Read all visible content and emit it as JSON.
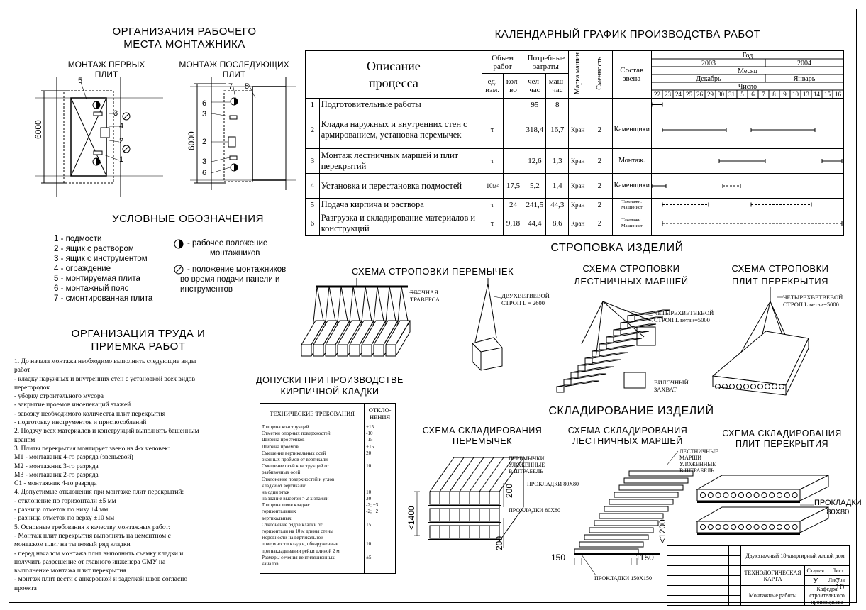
{
  "workplace": {
    "title1": "ОРГАНИЗАЧИЯ РАБОЧЕГО",
    "title2": "МЕСТА МОНТАЖНИКА",
    "left_cap1": "МОНТАЖ ПЕРВЫХ",
    "left_cap2": "ПЛИТ",
    "right_cap1": "МОНТАЖ ПОСЛЕДУЮЩИХ",
    "right_cap2": "ПЛИТ",
    "dim": "6000",
    "left_nums": [
      "5",
      "3",
      "4",
      "2",
      "1"
    ],
    "right_nums": [
      "6",
      "3",
      "2",
      "3",
      "6",
      "7",
      "5"
    ]
  },
  "legend": {
    "title": "УСЛОВНЫЕ ОБОЗНАЧЕНИЯ",
    "items": [
      "1  -  подмости",
      "2  -  ящик с раствором",
      "3  -  ящик с инструментом",
      "4  -  ограждение",
      "5  -  монтируемая плита",
      "6  -  монтажный пояс",
      "7  -  смонтированная плита"
    ],
    "sym1a": "-  рабочее положение",
    "sym1b": "монтажников",
    "sym2a": "-  положение монтажников",
    "sym2b": "во время подачи панели и",
    "sym2c": "инструментов"
  },
  "labor": {
    "title1": "ОРГАНИЗАЦИЯ ТРУДА И",
    "title2": "ПРИЕМКА РАБОТ",
    "lines": [
      "1. До начала монтажа необходимо выполнить следующие виды",
      "работ",
      "  - кладку наружных и внутренних стен с установкой всех видов",
      "перегородок",
      "  - уборку строительного мусора",
      "  - закрытие проемов инсепекаций этажей",
      "  - завозку необходимого количества плит перекрытия",
      "  - подготовку инструментов и приспособлений",
      "2. Подачу всех материалов и конструкций выполнять башенным",
      "краном",
      "3. Плиты перекрытия монтирует звено из 4-х человек:",
      "М1 - монтажник 4-го разряда (звеньевой)",
      "М2 - монтажник 3-го разряда",
      "М3 - монтажник 2-го разряда",
      "С1 - монтажник 4-го разряда",
      "4. Допустимые отклонения при монтаже плит перекрытий:",
      "  - отклонение по горизонтали ±5 мм",
      "  - разница отметок по низу ±4 мм",
      "  - разница отметок по верху ±10 мм",
      "5. Основные требования к качеству монтажных работ:",
      "  - Монтаж плит перекрытия выполнять на цементном с",
      "монтажом плит на тычковый ряд кладки",
      "  - перед началом монтажа плит выполнить съемку кладки и",
      "получить разрешение от главного инженера СМУ на",
      "выполнение монтажа плит перекрытия",
      "  - монтаж плит вести с анкеровкой и заделкой швов согласно",
      "проекта"
    ]
  },
  "schedule": {
    "title": "КАЛЕНДАРНЫЙ ГРАФИК ПРОИЗВОДСТВА РАБОТ",
    "h_desc1": "Описание",
    "h_desc2": "процесса",
    "h_vol": "Объем работ",
    "h_unit": "ед. изм.",
    "h_qty": "кол-во",
    "h_cost": "Потребные затраты",
    "h_ch": "чел-час",
    "h_mch": "маш-час",
    "h_mark": "Марка машин",
    "h_shift": "Сменность",
    "h_crew": "Состав звена",
    "h_year": "Год",
    "y1": "2003",
    "y2": "2004",
    "h_month": "Месяц",
    "m1": "Декабрь",
    "m2": "Январь",
    "h_day": "Число",
    "days": [
      "22",
      "23",
      "24",
      "25",
      "26",
      "29",
      "30",
      "31",
      "5",
      "6",
      "7",
      "8",
      "9",
      "10",
      "13",
      "14",
      "15",
      "16"
    ],
    "rows": [
      {
        "n": "1",
        "desc": "Подготовительные работы",
        "unit": "",
        "qty": "",
        "ch": "95",
        "mch": "8",
        "mark": "",
        "shift": "",
        "crew": ""
      },
      {
        "n": "2",
        "desc": "Кладка наружных и внутренних стен с армированием, установка перемычек",
        "unit": "т",
        "qty": "",
        "ch": "318,4",
        "mch": "16,7",
        "mark": "Кран",
        "shift": "2",
        "crew": "Каменщики"
      },
      {
        "n": "3",
        "desc": "Монтаж лестничных маршей и плит перекрытий",
        "unit": "т",
        "qty": "",
        "ch": "12,6",
        "mch": "1,3",
        "mark": "Кран",
        "shift": "2",
        "crew": "Монтаж."
      },
      {
        "n": "4",
        "desc": "Установка и перестановка подмостей",
        "unit": "10м²",
        "qty": "17,5",
        "ch": "5,2",
        "mch": "1,4",
        "mark": "Кран",
        "shift": "2",
        "crew": "Каменщики"
      },
      {
        "n": "5",
        "desc": "Подача кирпича и раствора",
        "unit": "т",
        "qty": "24",
        "ch": "241,5",
        "mch": "44,3",
        "mark": "Кран",
        "shift": "2",
        "crew": "Такелажн. Машинист"
      },
      {
        "n": "6",
        "desc": "Разгрузка и складирование материалов и конструкций",
        "unit": "т",
        "qty": "9,18",
        "ch": "44,4",
        "mch": "8,6",
        "mark": "Кран",
        "shift": "2",
        "crew": "Такелажн. Машинист"
      }
    ]
  },
  "tolerances": {
    "title1": "ДОПУСКИ ПРИ ПРОИЗВОДСТВЕ",
    "title2": "КИРПИЧНОЙ КЛАДКИ",
    "h_req": "ТЕХНИЧЕСКИЕ ТРЕБОВАНИЯ",
    "h_dev": "ОТКЛО-НЕНИЯ",
    "req_lines": [
      "Толщина конструкций",
      "Отметки опорных поверхностей",
      "Ширина простенков",
      "Ширина проёмов",
      "Смещение вертикальных осей",
      "оконных проёмов от вертикали",
      "Смещение осей конструкций от",
      "разбивочных осей",
      "Отклонение поверхностей и углов",
      "кладки от вертикали:",
      "   на один этаж",
      "   на здание высотой > 2-х этажей",
      "Толщина швов кладки:",
      "   горизонтальных",
      "   вертикальных",
      "Отклонение рядов кладки от",
      "горизонтали на 10 м длины стены",
      "Неровности на вертикальной",
      "поверхности кладки, обнаруженные",
      "при накладывании рейки длиной 2 м",
      "Размеры сечения вентиляционных",
      "каналов"
    ],
    "dev_lines": [
      "±15",
      "-10",
      "-15",
      "+15",
      "20",
      "",
      "10",
      "",
      "",
      "",
      "10",
      "30",
      "-2; +3",
      "-2; +2",
      "",
      "15",
      "",
      "",
      "10",
      "",
      "±5",
      ""
    ]
  },
  "slinging": {
    "title": "СТРОПОВКА  ИЗДЕЛИЙ",
    "s1": "СХЕМА  СТРОПОВКИ  ПЕРЕМЫЧЕК",
    "s1_label1": "БЛОЧНАЯ",
    "s1_label2": "ТРАВЕРСА",
    "s1b_label1": "ДВУХВЕТВЕВОЙ",
    "s1b_label2": "СТРОП  L = 2600",
    "s2a": "СХЕМА  СТРОПОВКИ",
    "s2b": "ЛЕСТНИЧНЫХ  МАРШЕЙ",
    "s2_label1": "ЧЕТЫРЕХВЕТВЕВОЙ",
    "s2_label2": "СТРОП  L ветви=5000",
    "s2_label3": "ВИЛОЧНЫЙ",
    "s2_label4": "ЗАХВАТ",
    "s3a": "СХЕМА  СТРОПОВКИ",
    "s3b": "ПЛИТ  ПЕРЕКРЫТИЯ",
    "s3_label1": "ЧЕТЫРЕХВЕТВЕВОЙ",
    "s3_label2": "СТРОП  L ветви=5000"
  },
  "storage": {
    "title": "СКЛАДИРОВАНИЕ  ИЗДЕЛИЙ",
    "t1a": "СХЕМА  СКЛАДИРОВАНИЯ",
    "t1b": "ПЕРЕМЫЧЕК",
    "l1a": "ПЕРЕМЫЧКИ",
    "l1b": "УЛОЖЕННЫЕ",
    "l1c": "В  ШТРАБЕЛЬ",
    "l1d": "ПРОКЛАДКИ  80Х80",
    "d1a": "<1400",
    "d1b": "200",
    "d1c": "200",
    "t2a": "СХЕМА  СКЛАДИРОВАНИЯ",
    "t2b": "ЛЕСТНИЧНЫХ  МАРШЕЙ",
    "l2a": "ЛЕСТНИЧНЫЕ",
    "l2b": "МАРШИ",
    "l2c": "УЛОЖЕННЫЕ",
    "l2d": "В  ШТРАБЕЛЬ",
    "l2e": "ПРОКЛАДКИ  80Х80",
    "l2f": "ПРОКЛАДКИ  150Х150",
    "d2a": "<1200",
    "d2b": "150",
    "d2c": "1150",
    "t3a": "СХЕМА  СКЛАДИРОВАНИЯ",
    "t3b": "ПЛИТ  ПЕРЕКРЫТИЯ",
    "l3a": "ПРОКЛАДКИ",
    "l3b": "80Х80"
  },
  "titleblock": {
    "object": "Двухэтажный 18-квартирный жилой дом",
    "doc": "ТЕХНОЛОГИЧЕСКАЯ КАРТА",
    "stage_h": "Стадия",
    "sheet_h": "Лист",
    "sheets_h": "Листов",
    "stage": "У",
    "sheet": "7",
    "sheets": "10",
    "work": "Монтажные работы",
    "dept": "Кафедра строительного производства"
  }
}
